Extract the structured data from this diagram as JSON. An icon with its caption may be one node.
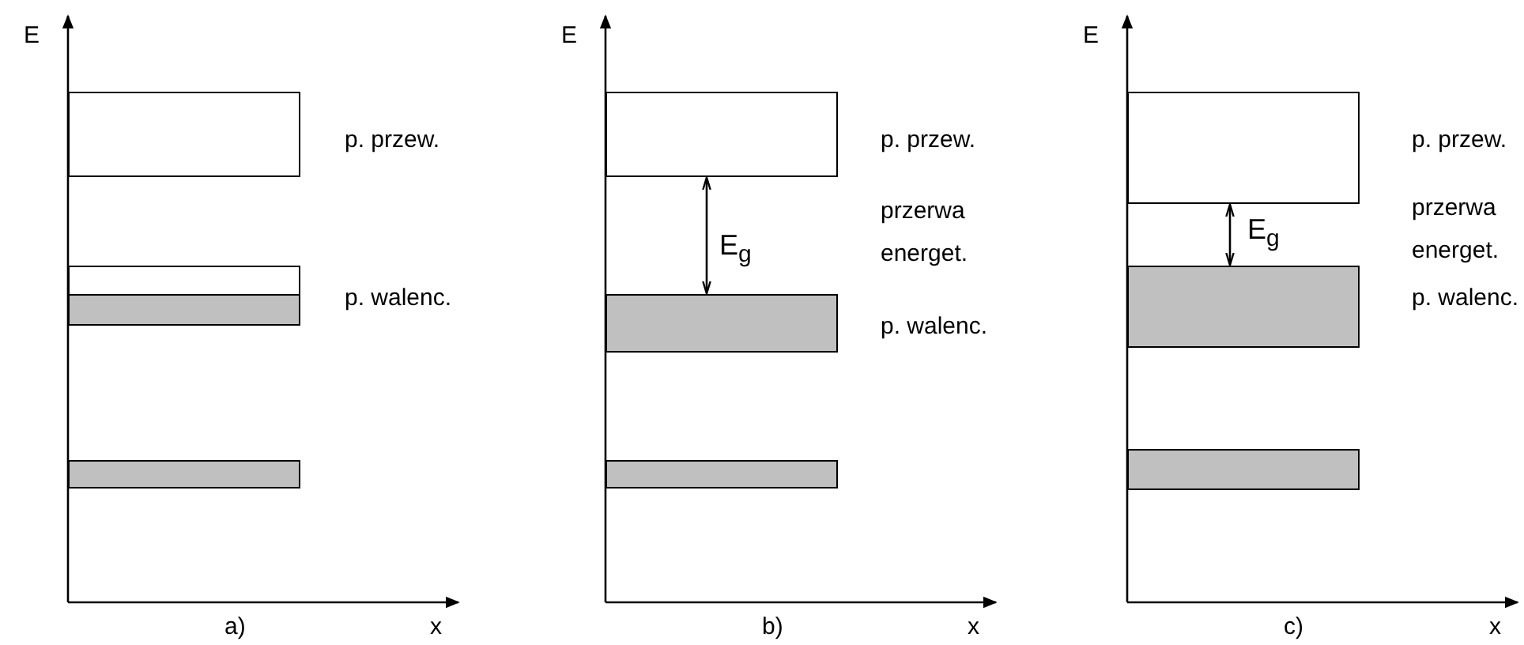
{
  "diagram": {
    "nodes": [
      {
        "text": [],
        "shape": "box",
        "beside": [
          "p. przew."
        ]
      },
      {
        "text": [],
        "shape": "box",
        "beside": [
          "p. walenc."
        ]
      },
      {
        "text": [],
        "shape": "box"
      },
      {
        "text": [],
        "shape": "box",
        "beside": [
          "p. przew."
        ]
      },
      {
        "text": [],
        "shape": "box",
        "beside": [
          "p. walenc."
        ]
      },
      {
        "text": [],
        "shape": "box"
      },
      {
        "text": [],
        "shape": "box",
        "beside": [
          "p. przew."
        ]
      },
      {
        "text": [],
        "shape": "box",
        "beside": [
          "p. walenc."
        ]
      },
      {
        "text": [],
        "shape": "box"
      }
    ],
    "edges": [
      {
        "from": 3,
        "to": 4,
        "arrow": "both",
        "label": "E$_{g}$"
      },
      {
        "from": 6,
        "to": 7,
        "arrow": "both",
        "label": "E$_{g}$"
      }
    ],
    "labels": [
      "E",
      "x",
      "a)",
      "E",
      "przerwa energet.",
      "x",
      "b)",
      "E",
      "przerwa energet.",
      "x",
      "c)"
    ]
  }
}
